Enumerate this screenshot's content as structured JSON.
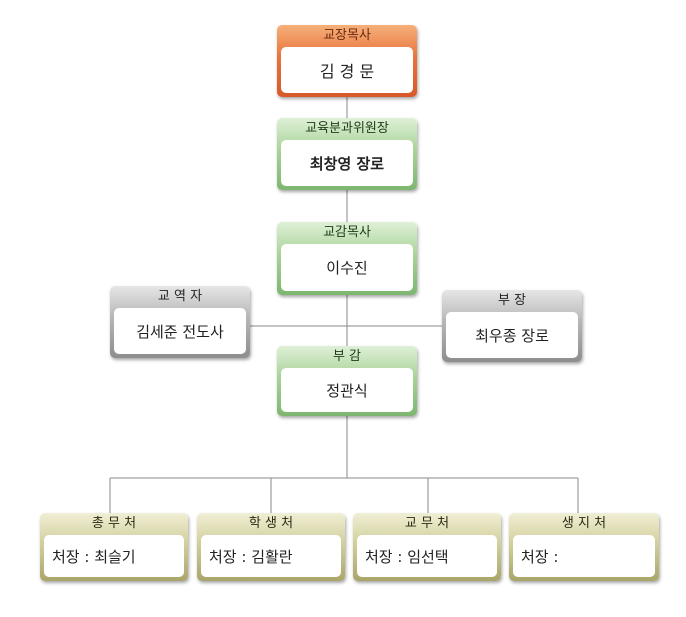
{
  "boxes": {
    "principal": {
      "title": "교장목사",
      "name": "김 경 문"
    },
    "committee": {
      "title": "교육분과위원장",
      "name": "최창영 장로"
    },
    "vice_principal": {
      "title": "교감목사",
      "name": "이수진"
    },
    "evangelist": {
      "title": "교 역 자",
      "name": "김세준 전도사"
    },
    "director": {
      "title": "부 장",
      "name": "최우종 장로"
    },
    "deputy": {
      "title": "부 감",
      "name": "정관식"
    },
    "general_affairs": {
      "title": "총 무 처",
      "name": "처장 :  최슬기"
    },
    "student_affairs": {
      "title": "학 생 처",
      "name": "처장 : 김활란"
    },
    "academic_affairs": {
      "title": "교 무 처",
      "name": "처장 : 임선택"
    },
    "life_guidance": {
      "title": "생 지 처",
      "name": "처장 :"
    }
  },
  "colors": {
    "orange": "#e8743c",
    "green": "#a9d39a",
    "gray": "#b5b5b5",
    "olive": "#d2cf9c",
    "line": "#888888"
  }
}
